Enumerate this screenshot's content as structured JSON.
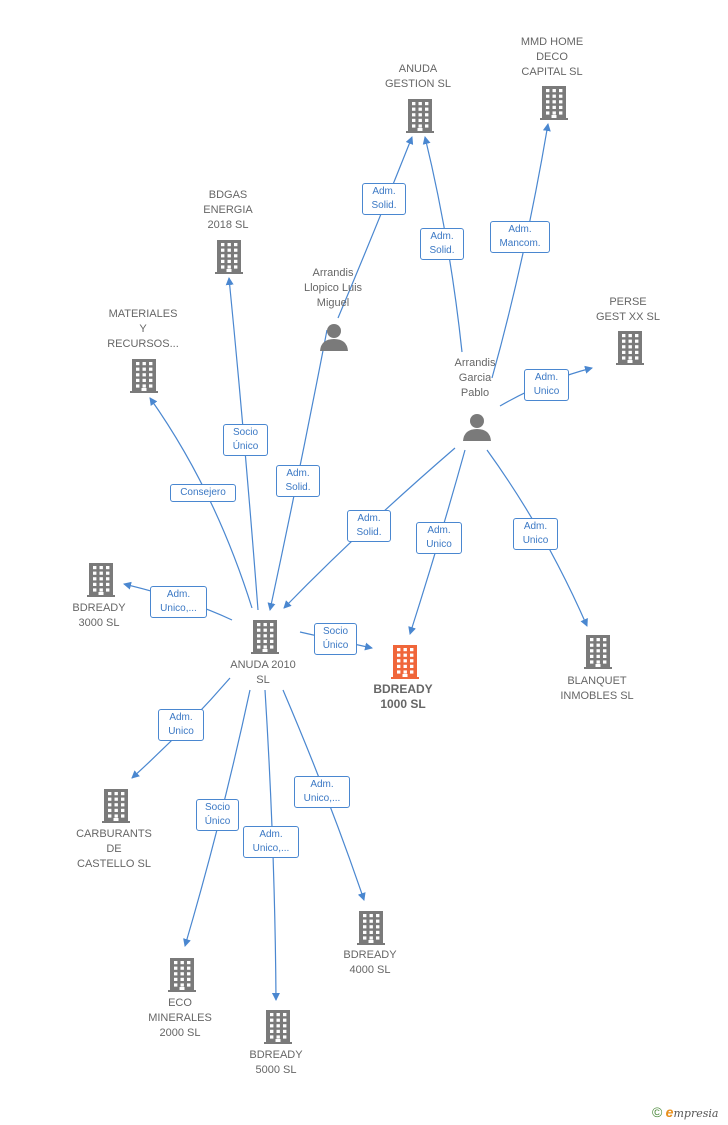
{
  "colors": {
    "edge": "#4a87d0",
    "node": "#7a7a7a",
    "focus": "#f0663a",
    "label": "#666666"
  },
  "nodes": [
    {
      "id": "anuda_gestion",
      "type": "company",
      "label": "ANUDA\nGESTION SL"
    },
    {
      "id": "mmd",
      "type": "company",
      "label": "MMD HOME\nDECO\nCAPITAL  SL"
    },
    {
      "id": "bdgas",
      "type": "company",
      "label": "BDGAS\nENERGIA\n2018  SL"
    },
    {
      "id": "llopico",
      "type": "person",
      "label": "Arrandis\nLlopico Luis\nMiguel"
    },
    {
      "id": "materiales",
      "type": "company",
      "label": "MATERIALES\nY\nRECURSOS..."
    },
    {
      "id": "perse",
      "type": "company",
      "label": "PERSE\nGEST XX  SL"
    },
    {
      "id": "garcia",
      "type": "person",
      "label": "Arrandis\nGarcia\nPablo"
    },
    {
      "id": "bdready3000",
      "type": "company",
      "label": "BDREADY\n3000  SL"
    },
    {
      "id": "anuda2010",
      "type": "company",
      "label": "ANUDA 2010\nSL"
    },
    {
      "id": "bdready1000",
      "type": "focus",
      "label": "BDREADY\n1000  SL"
    },
    {
      "id": "blanquet",
      "type": "company",
      "label": "BLANQUET\nINMOBLES SL"
    },
    {
      "id": "carburants",
      "type": "company",
      "label": "CARBURANTS\nDE\nCASTELLO  SL"
    },
    {
      "id": "bdready4000",
      "type": "company",
      "label": "BDREADY\n4000  SL"
    },
    {
      "id": "eco",
      "type": "company",
      "label": "ECO\nMINERALES\n2000  SL"
    },
    {
      "id": "bdready5000",
      "type": "company",
      "label": "BDREADY\n5000  SL"
    }
  ],
  "edges": [
    {
      "label": "Adm.\nSolid."
    },
    {
      "label": "Adm.\nSolid."
    },
    {
      "label": "Adm.\nMancom."
    },
    {
      "label": "Adm.\nUnico"
    },
    {
      "label": "Adm.\nSolid."
    },
    {
      "label": "Adm.\nUnico"
    },
    {
      "label": "Adm.\nUnico"
    },
    {
      "label": "Socio\nÚnico"
    },
    {
      "label": "Consejero"
    },
    {
      "label": "Adm.\nSolid."
    },
    {
      "label": "Adm.\nUnico,..."
    },
    {
      "label": "Socio\nÚnico"
    },
    {
      "label": "Adm.\nUnico"
    },
    {
      "label": "Socio\nÚnico"
    },
    {
      "label": "Adm.\nUnico,..."
    },
    {
      "label": "Adm.\nUnico,..."
    }
  ],
  "brand": {
    "symbol": "©",
    "initial": "e",
    "word": "mpresia"
  }
}
